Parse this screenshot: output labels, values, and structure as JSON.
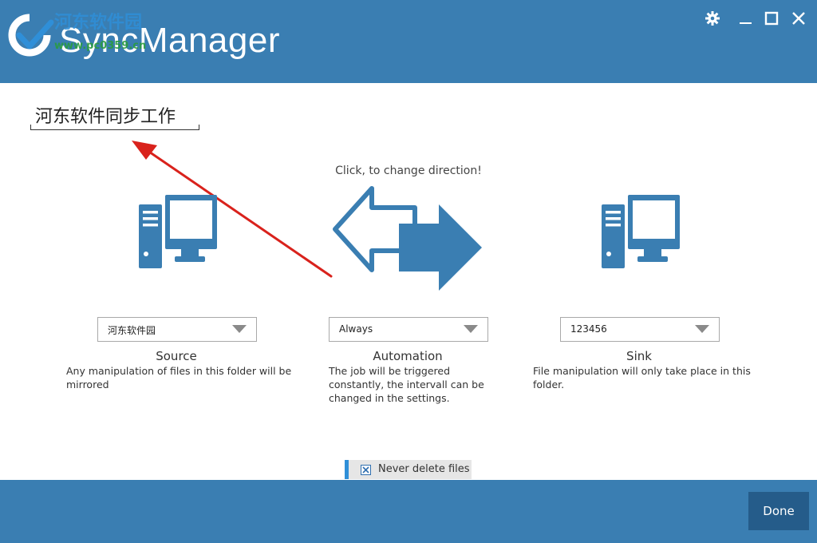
{
  "app": {
    "title": "SyncManager"
  },
  "watermark": {
    "title": "河东软件园",
    "url": "www.pc0359.cn"
  },
  "window_controls": [
    "settings-icon",
    "minimize-icon",
    "maximize-icon",
    "close-icon"
  ],
  "job": {
    "name": "河东软件同步工作"
  },
  "direction": {
    "hint": "Click, to change direction!"
  },
  "source": {
    "folder": "河东软件园",
    "title": "Source",
    "description": "Any manipulation of files in this folder will be mirrored"
  },
  "automation": {
    "mode": "Always",
    "title": "Automation",
    "description": "The job will be triggered constantly, the intervall can be changed in the settings."
  },
  "sink": {
    "folder": "123456",
    "title": "Sink",
    "description": "File manipulation will only take place in this folder."
  },
  "options": {
    "never_delete_label": "Never delete files",
    "never_delete_checked": true
  },
  "footer": {
    "done_label": "Done"
  },
  "colors": {
    "header": "#3a7eb2",
    "accent": "#2f8fd8",
    "done": "#255c8a",
    "icon": "#3a7eb2",
    "annotation": "#d9221c"
  }
}
